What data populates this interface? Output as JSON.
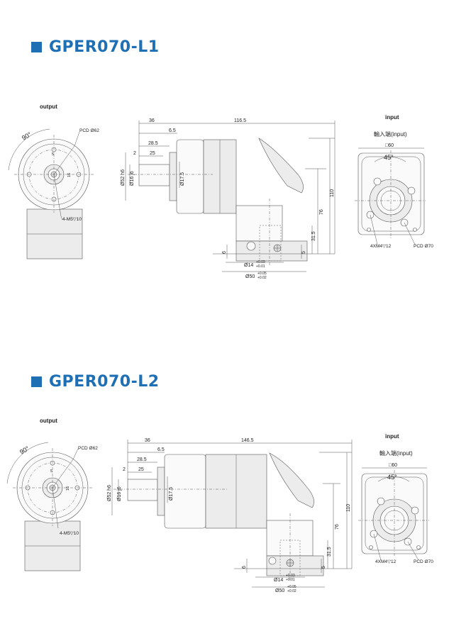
{
  "sections": [
    {
      "title": "GPER070-L1",
      "output_label": "output",
      "input_label": "input",
      "input_sublabel": "輸入端(input)",
      "front": {
        "angle": "90°",
        "pcd": "PCD Ø62",
        "bolt": "4-M5▽10",
        "d1": "5",
        "d2": "16"
      },
      "side": {
        "d_36": "36",
        "d_total": "116.5",
        "d_6_5": "6.5",
        "d_28_5": "28.5",
        "d_2": "2",
        "d_25": "25",
        "dia_52": "Ø52 h6",
        "dia_16": "Ø16 j6",
        "dia_17_5": "Ø17.5",
        "h_110": "110",
        "h_76": "76",
        "h_31_5": "31.5",
        "h_5": "5",
        "h_6": "6",
        "dia_14": "Ø14",
        "tol_14_a": "+0.03",
        "tol_14_b": "+0.01",
        "dia_50": "Ø50",
        "tol_50_a": "+0.05",
        "tol_50_b": "+0.02"
      },
      "input_view": {
        "square": "□60",
        "angle": "45°",
        "bolt": "4XM4▽12",
        "pcd": "PCD Ø70"
      }
    },
    {
      "title": "GPER070-L2",
      "output_label": "output",
      "input_label": "input",
      "input_sublabel": "輸入端(input)",
      "front": {
        "angle": "90°",
        "pcd": "PCD Ø62",
        "bolt": "4-M5▽10",
        "d1": "5",
        "d2": "16"
      },
      "side": {
        "d_36": "36",
        "d_total": "146.5",
        "d_6_5": "6.5",
        "d_28_5": "28.5",
        "d_2": "2",
        "d_25": "25",
        "dia_52": "Ø52 h6",
        "dia_16": "Ø16 j6",
        "dia_17_5": "Ø17.5",
        "h_110": "110",
        "h_76": "76",
        "h_31_5": "31.5",
        "h_5": "5",
        "h_6": "6",
        "dia_14": "Ø14",
        "tol_14_a": "+0.03",
        "tol_14_b": "+0.01",
        "dia_50": "Ø50",
        "tol_50_a": "+0.05",
        "tol_50_b": "+0.02"
      },
      "input_view": {
        "square": "□60",
        "angle": "45°",
        "bolt": "4XM4▽12",
        "pcd": "PCD Ø70"
      }
    }
  ],
  "colors": {
    "title_blue": "#1f6fb5"
  }
}
